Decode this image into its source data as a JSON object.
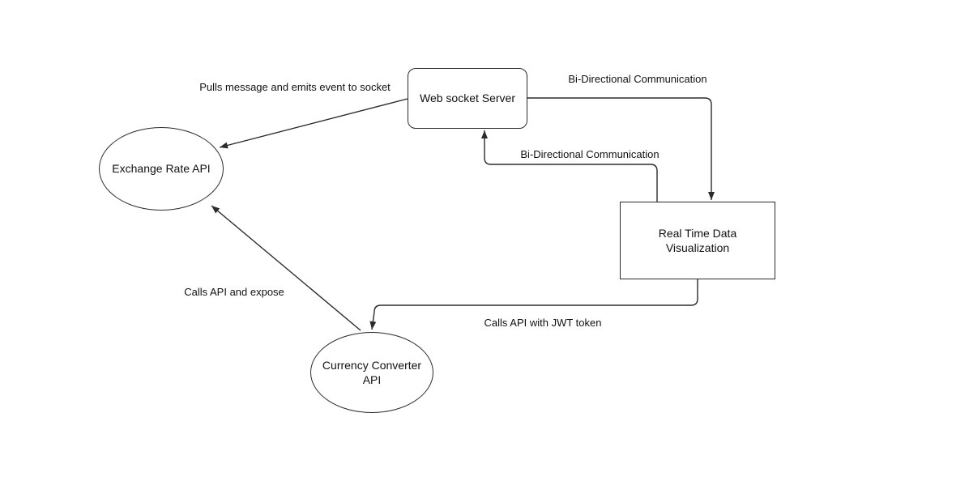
{
  "diagram": {
    "background_color": "#ffffff",
    "stroke_color": "#2b2b2b",
    "text_color": "#111111",
    "nodes": [
      {
        "id": "web-socket-server",
        "shape": "rounded-rectangle",
        "label": "Web socket Server"
      },
      {
        "id": "exchange-rate-api",
        "shape": "ellipse",
        "label": "Exchange Rate API"
      },
      {
        "id": "real-time-data-visualization",
        "shape": "rectangle",
        "label": "Real Time Data Visualization"
      },
      {
        "id": "currency-converter-api",
        "shape": "ellipse",
        "label": "Currency Converter API"
      }
    ],
    "edges": [
      {
        "id": "pull-message",
        "from": "web-socket-server",
        "to": "exchange-rate-api",
        "label": "Pulls message and emits event to socket"
      },
      {
        "id": "bidirectional-out",
        "from": "web-socket-server",
        "to": "real-time-data-visualization",
        "label": "Bi-Directional Communication"
      },
      {
        "id": "bidirectional-in",
        "from": "real-time-data-visualization",
        "to": "web-socket-server",
        "label": "Bi-Directional Communication"
      },
      {
        "id": "calls-api-expose",
        "from": "currency-converter-api",
        "to": "exchange-rate-api",
        "label": "Calls API and expose"
      },
      {
        "id": "calls-api-jwt",
        "from": "real-time-data-visualization",
        "to": "currency-converter-api",
        "label": "Calls API with JWT token"
      }
    ]
  }
}
